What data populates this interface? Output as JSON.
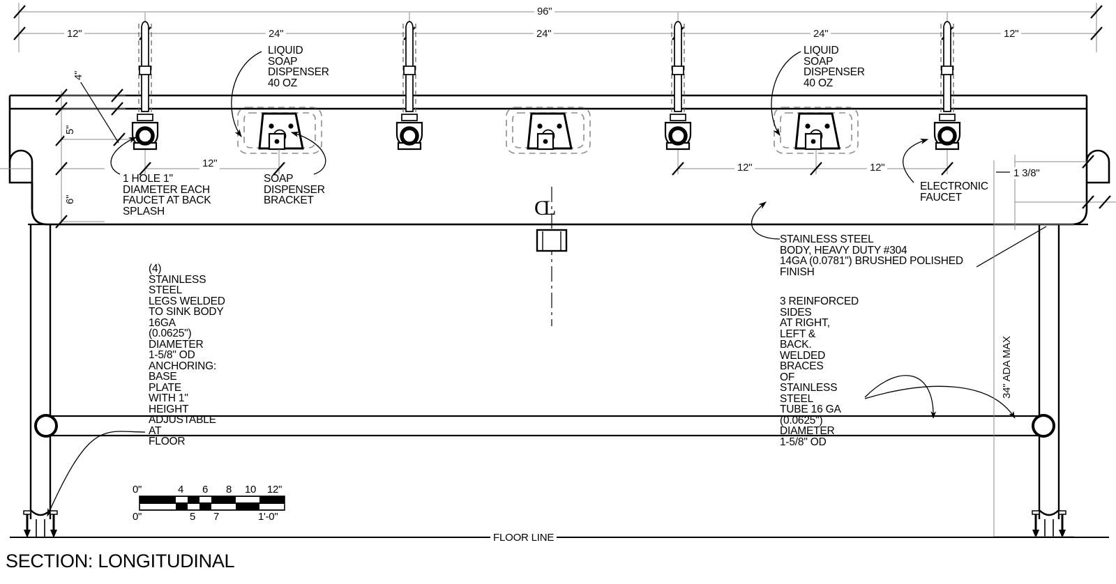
{
  "drawing": {
    "title": "SECTION: LONGITUDINAL",
    "floor_line_label": "FLOOR LINE",
    "centerline_symbol": "CL"
  },
  "dimensions": {
    "overall_width": "96\"",
    "top_chain": [
      "12\"",
      "24\"",
      "24\"",
      "24\"",
      "12\""
    ],
    "mid_chain_left": [
      "12\""
    ],
    "mid_chain_right": [
      "12\"",
      "12\""
    ],
    "vertical_left": [
      "4\"",
      "5\"",
      "6\""
    ],
    "right_edge_thickness": "1 3/8\"",
    "ada_height": "34\" ADA MAX"
  },
  "callouts": {
    "soap_dispenser_left": "LIQUID\nSOAP\nDISPENSER\n40 OZ",
    "soap_dispenser_right": "LIQUID\nSOAP\nDISPENSER\n40 OZ",
    "faucet_hole": "1 HOLE 1\"\nDIAMETER EACH\nFAUCET AT BACK\nSPLASH",
    "soap_bracket": "SOAP\nDISPENSER\nBRACKET",
    "electronic_faucet": "ELECTRONIC\nFAUCET",
    "body_spec": "STAINLESS STEEL\nBODY, HEAVY DUTY #304\n14GA (0.0781\") BRUSHED POLISHED\nFINISH",
    "legs_spec": "(4)\nSTAINLESS\nSTEEL\nLEGS WELDED\nTO SINK BODY\n16GA\n(0.0625\")\nDIAMETER\n1-5/8\" OD\nANCHORING:\nBASE\nPLATE\nWITH 1\"\nHEIGHT\nADJUSTABLE\nAT\nFLOOR",
    "braces_spec": "3 REINFORCED\nSIDES\nAT RIGHT,\nLEFT &\nBACK.\nWELDED\nBRACES\nOF\nSTAINLESS\nSTEEL\nTUBE 16 GA\n(0.0625\")\nDIAMETER\n1-5/8\" OD"
  },
  "scale_bar": {
    "top_labels": [
      "0\"",
      "4",
      "6",
      "8",
      "10",
      "12\""
    ],
    "bottom_labels": [
      "0\"",
      "5",
      "7",
      "1'-0\""
    ]
  },
  "colors": {
    "line": "#000000",
    "thin_line": "#555555",
    "dim_line": "#8a8a8a",
    "dashed": "#9a9a9a"
  }
}
